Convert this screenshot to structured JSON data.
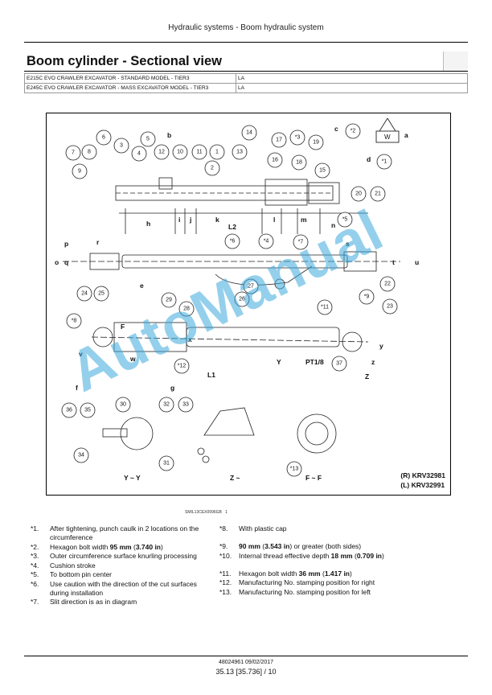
{
  "header": {
    "running_title": "Hydraulic systems - Boom hydraulic system"
  },
  "section": {
    "title": "Boom cylinder - Sectional view"
  },
  "models": [
    {
      "model": "E215C EVO CRAWLER EXCAVATOR - STANDARD MODEL - TIER3",
      "code": "LA"
    },
    {
      "model": "E245C EVO CRAWLER EXCAVATOR - MASS EXCAVATOR MODEL - TIER3",
      "code": "LA"
    }
  ],
  "figure": {
    "code": "SMIL13CEX0996GB",
    "code_index": "1",
    "part_refs": [
      "(R) KRV32981",
      "(L) KRV32991"
    ],
    "watermark": "AutoManual",
    "view_labels": [
      "Y ~ Y",
      "Z ~",
      "F ~ F",
      "PT1/8"
    ],
    "callouts": [
      "1",
      "2",
      "3",
      "4",
      "5",
      "6",
      "7",
      "8",
      "9",
      "10",
      "11",
      "12",
      "13",
      "14",
      "15",
      "16",
      "17",
      "18",
      "19",
      "20",
      "21",
      "22",
      "23",
      "24",
      "25",
      "26",
      "27",
      "28",
      "29",
      "30",
      "31",
      "32",
      "33",
      "34",
      "35",
      "36",
      "37",
      "*1",
      "*2",
      "*3",
      "*4",
      "*5",
      "*6",
      "*7",
      "*8",
      "*9",
      "*11",
      "*12",
      "*13"
    ],
    "dims": [
      "a",
      "b",
      "c",
      "d",
      "e",
      "f",
      "g",
      "h",
      "i",
      "j",
      "k",
      "L2",
      "l",
      "m",
      "n",
      "o",
      "p",
      "q",
      "r",
      "s",
      "t",
      "u",
      "v",
      "w",
      "x",
      "y",
      "z",
      "L1",
      "F",
      "Y",
      "Z",
      "W"
    ]
  },
  "notes_left": [
    {
      "num": "*1.",
      "text": "After tightening, punch caulk in 2 locations on the circumference"
    },
    {
      "num": "*2.",
      "text_pre": "Hexagon bolt width ",
      "bold1": "95 mm",
      "mid": " (",
      "bold2": "3.740 in",
      "text_post": ")"
    },
    {
      "num": "*3.",
      "text": "Outer circumference surface knurling processing"
    },
    {
      "num": "*4.",
      "text": "Cushion stroke"
    },
    {
      "num": "*5.",
      "text": "To bottom pin center"
    },
    {
      "num": "*6.",
      "text": "Use caution with the direction of the cut surfaces during installation"
    },
    {
      "num": "*7.",
      "text": "Slit direction is as in diagram"
    }
  ],
  "notes_right": [
    {
      "num": "*8.",
      "text": "With plastic cap"
    },
    {
      "num": "*9.",
      "text_pre": "",
      "bold1": "90 mm",
      "mid": " (",
      "bold2": "3.543 in",
      "text_post": ") or greater (both sides)"
    },
    {
      "num": "*10.",
      "text_pre": "Internal thread effective depth ",
      "bold1": "18 mm",
      "mid": " (",
      "bold2": "0.709 in",
      "text_post": ")"
    },
    {
      "num": "*11.",
      "text_pre": "Hexagon bolt width ",
      "bold1": "36 mm",
      "mid": " (",
      "bold2": "1.417 in",
      "text_post": ")"
    },
    {
      "num": "*12.",
      "text": "Manufacturing No. stamping position for right"
    },
    {
      "num": "*13.",
      "text": "Manufacturing No. stamping position for left"
    }
  ],
  "footer": {
    "doc_id": "48024961 09/02/2017",
    "page_ref": "35.13 [35.736] / 10"
  }
}
